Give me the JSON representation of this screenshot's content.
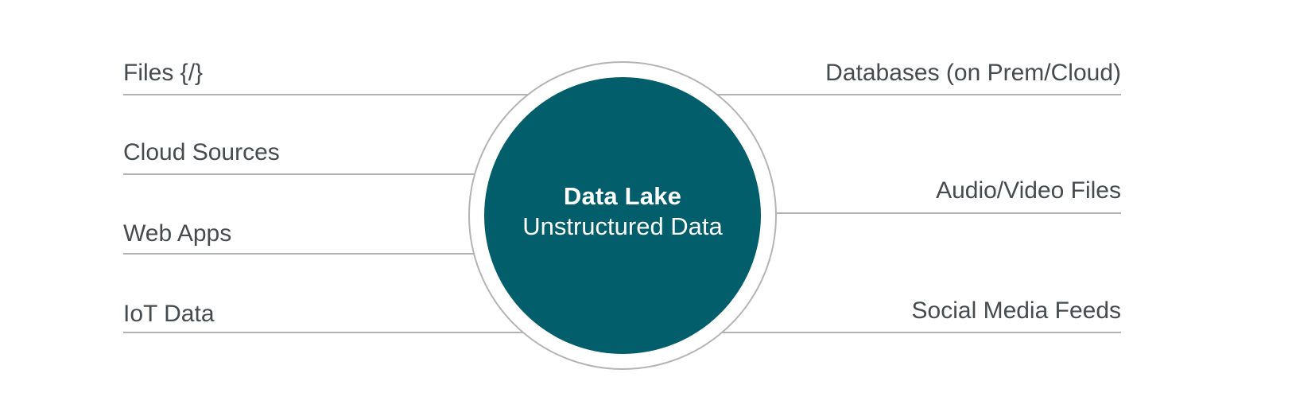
{
  "diagram": {
    "center": {
      "title": "Data Lake",
      "subtitle": "Unstructured Data"
    },
    "left_sources": [
      {
        "label": "Files {/}"
      },
      {
        "label": "Cloud Sources"
      },
      {
        "label": "Web Apps"
      },
      {
        "label": "IoT Data"
      }
    ],
    "right_sources": [
      {
        "label": "Databases (on Prem/Cloud)"
      },
      {
        "label": "Audio/Video Files"
      },
      {
        "label": "Social Media Feeds"
      }
    ],
    "colors": {
      "circle_fill": "#025e6b",
      "circle_text": "#ffffff",
      "ring_stroke": "#b4b4b4",
      "connector_line": "#b0b3b4",
      "label_text": "#454b4e",
      "background": "#ffffff"
    }
  }
}
